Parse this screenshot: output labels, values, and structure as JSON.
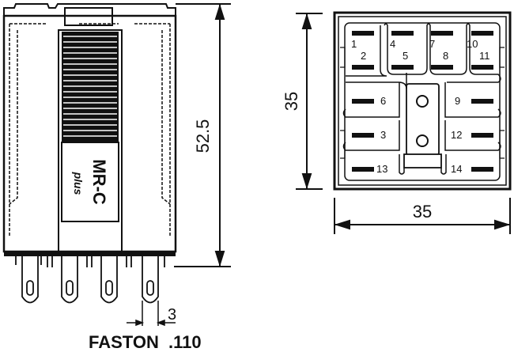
{
  "side_view": {
    "brand": "MR-C",
    "brand_sub": "plus",
    "height_dim": "52.5",
    "pin_width_dim": "3",
    "terminal_label": "FASTON  .110",
    "pin_count": 4
  },
  "bottom_view": {
    "height_dim": "35",
    "width_dim": "35",
    "pins": [
      {
        "label": "1"
      },
      {
        "label": "2"
      },
      {
        "label": "4"
      },
      {
        "label": "5"
      },
      {
        "label": "7"
      },
      {
        "label": "8"
      },
      {
        "label": "10"
      },
      {
        "label": "11"
      },
      {
        "label": "6"
      },
      {
        "label": "9"
      },
      {
        "label": "3"
      },
      {
        "label": "12"
      },
      {
        "label": "13"
      },
      {
        "label": "14"
      }
    ]
  },
  "colors": {
    "line": "#111111",
    "background": "#ffffff"
  }
}
